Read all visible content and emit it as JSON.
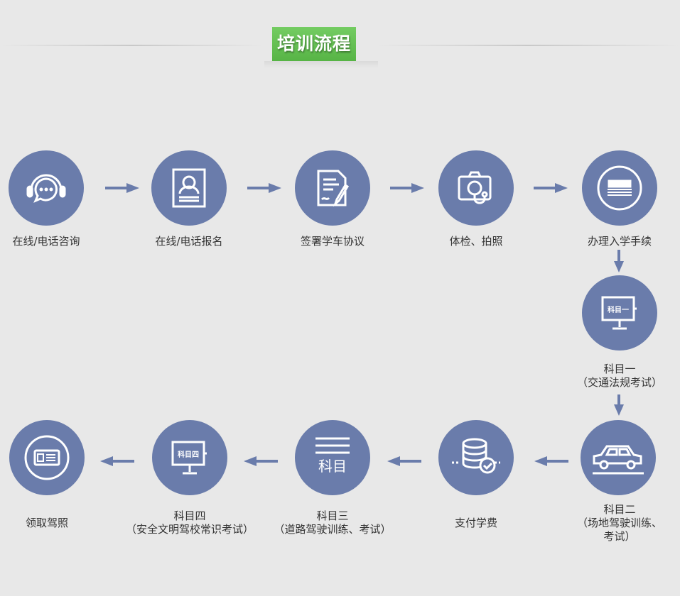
{
  "title": "培训流程",
  "steps": [
    {
      "l1": "在线/电话咨询",
      "icon": "headset-chat"
    },
    {
      "l1": "在线/电话报名",
      "icon": "id-card"
    },
    {
      "l1": "签署学车协议",
      "icon": "document-sign"
    },
    {
      "l1": "体检、拍照",
      "icon": "camera-stethoscope"
    },
    {
      "l1": "办理入学手续",
      "icon": "money"
    },
    {
      "l1": "科目一",
      "l2": "（交通法规考试）",
      "icon": "monitor",
      "screen": "科目一"
    },
    {
      "l1": "科目二",
      "l2": "（场地驾驶训练、",
      "l3": "考试）",
      "icon": "car"
    },
    {
      "l1": "支付学费",
      "icon": "coins-check"
    },
    {
      "l1": "科目三",
      "l2": "（道路驾驶训练、考试）",
      "icon": "list",
      "screen": "科目"
    },
    {
      "l1": "科目四",
      "l2": "（安全文明驾校常识考试）",
      "icon": "monitor",
      "screen": "科目四"
    },
    {
      "l1": "领取驾照",
      "icon": "license-card"
    }
  ],
  "colors": {
    "circle": "#6a7cab",
    "arrow": "#6a7cab",
    "title_bg": "#5fbc4e",
    "background": "#e8e8e8"
  }
}
